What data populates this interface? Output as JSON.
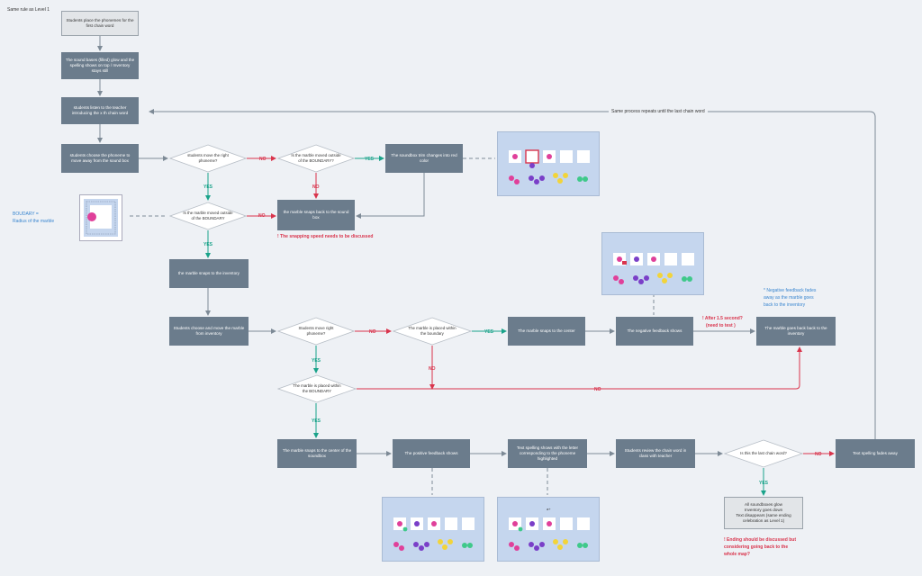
{
  "top_left_note": "Same rule as Level 1",
  "nodes": {
    "start": "Students place the phonemes for the first chain word",
    "glow": "The sound bases (filled) glow and the spelling shows on top / Inventory stays still",
    "listen": "students listen to the teacher introducing the x th chain word",
    "choose1": "students choose the phoneme to move away from the sound box",
    "trim": "The soundbox trim changes into red color",
    "snapback": "the marble snaps back to the sound box",
    "snapinv": "the marble snaps to the inventory",
    "choose2": "Students choose and move the marble from inventory",
    "snapcenter1": "The marble snaps to the center",
    "negfb": "The negative feedback shows",
    "goesback": "The marble goes back back to the inventory",
    "snapcenter2": "The marble snaps to the center of the soundbox",
    "posfb": "The positive feedback shows",
    "spelling": "Text spelling shows with the letter corresponding to the phoneme highlighted",
    "review": "Students review the chain word in class with teacher",
    "fades": "Text spelling fades away",
    "ending": "All soundboxes glow\nInventory goes down\nText disappears (same ending celebration as Level 1)"
  },
  "decisions": {
    "right1": "students move the right phoneme?",
    "outside1": "Is the marble moved outside of the BOUNDARY?",
    "outside2": "Is the marble moved outside of the BOUNDARY",
    "right2": "Students move right phoneme?",
    "within1": "The marble is placed within the boundary",
    "within2": "The marble is placed within the BOUNDARY",
    "last": "Is this the last chain word?"
  },
  "labels": {
    "yes": "YES",
    "no": "NO"
  },
  "notes": {
    "repeat": "Same process repeats until the last chain word",
    "boundary_def_1": "BOUDARY =",
    "boundary_def_2": "Radius of the marble",
    "snapping": "! The snapping speed needs to be discussed",
    "after_1": "! After 1.5 second?",
    "after_2": "(need to test )",
    "negfade_1": "* Negative feedback fades",
    "negfade_2": "away as the marble goes",
    "negfade_3": "back to the inventory",
    "ending_1": "! Ending should be discussed but",
    "ending_2": "considering going back to the",
    "ending_3": "whole map?",
    "card_text": "a+"
  },
  "colors": {
    "node": "#6b7c8c",
    "arrow": "#7d8a96",
    "yes": "#1aa38a",
    "no": "#d9344c",
    "card": "#c5d6ee",
    "pink": "#e0409a",
    "purple": "#7a3fc8",
    "yellow": "#f2d43a",
    "green": "#3fc98a"
  }
}
